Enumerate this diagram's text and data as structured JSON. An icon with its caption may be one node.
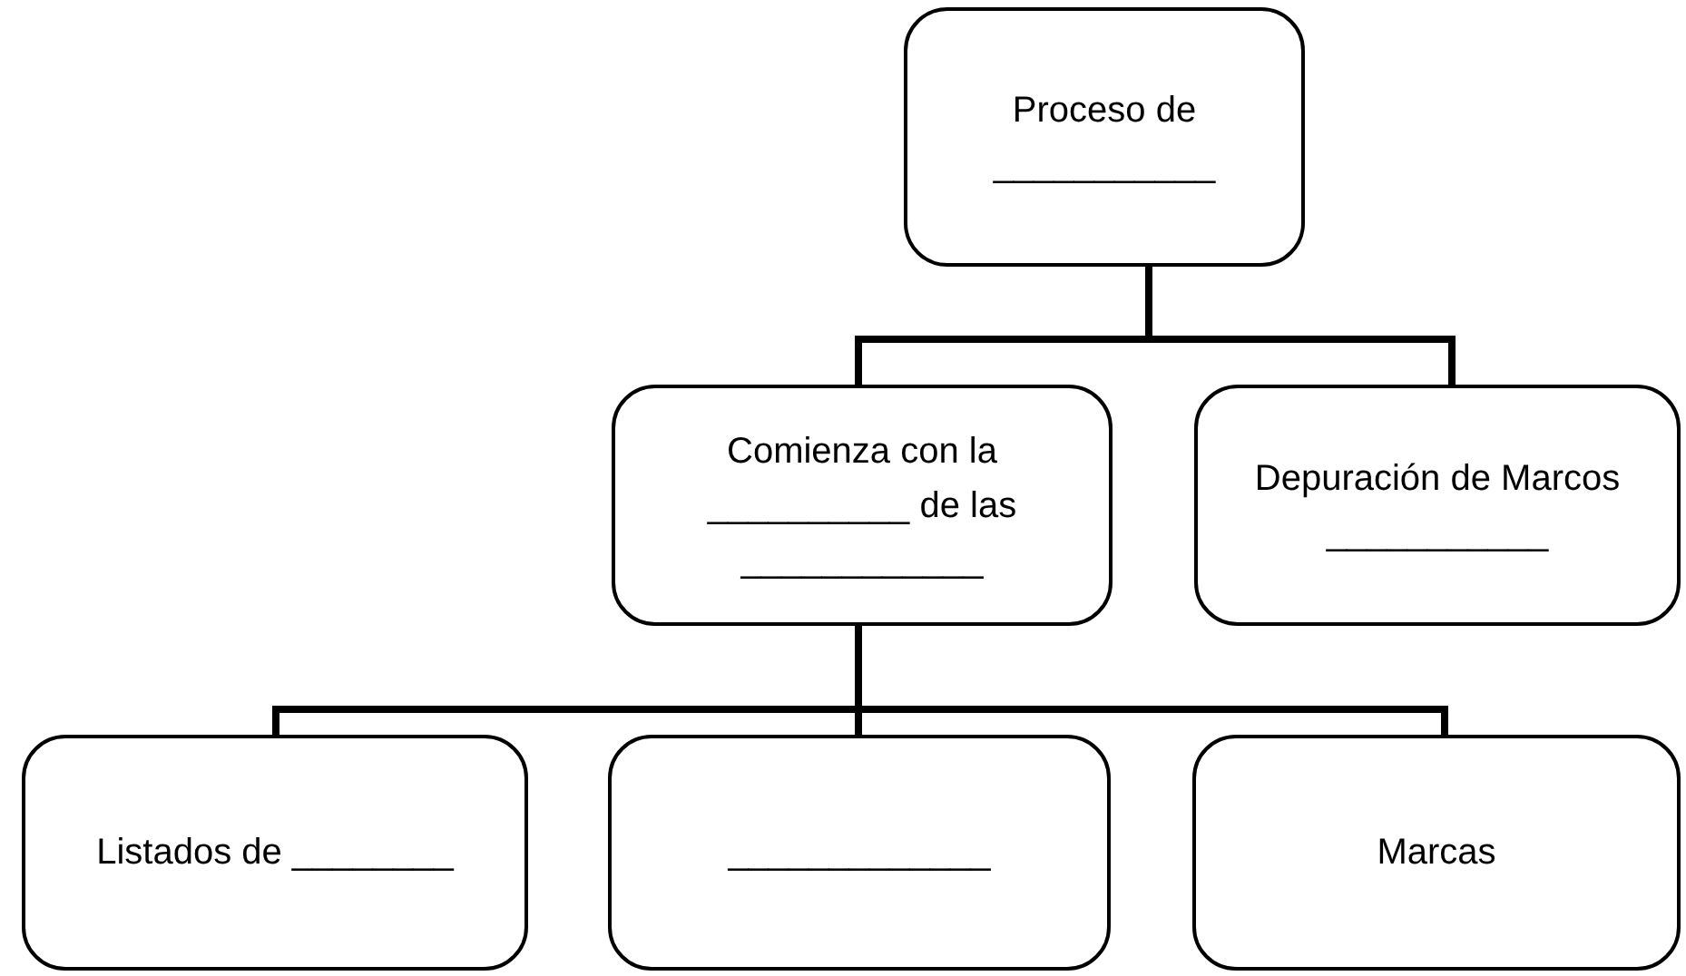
{
  "diagram": {
    "nodes": [
      {
        "text": [
          "Proceso de ___________"
        ]
      },
      {
        "text": [
          "Comienza con la __________ de las ____________"
        ]
      },
      {
        "text": [
          "Depuración de Marcos ___________"
        ]
      },
      {
        "text": [
          "Listados de ________"
        ]
      },
      {
        "text": [
          "_____________"
        ]
      },
      {
        "text": [
          "Marcas"
        ]
      }
    ],
    "edges": [
      {
        "from": 0,
        "to": 1,
        "arrow": "none"
      },
      {
        "from": 0,
        "to": 2,
        "arrow": "none"
      },
      {
        "from": 1,
        "to": 3,
        "arrow": "none"
      },
      {
        "from": 1,
        "to": 4,
        "arrow": "none"
      },
      {
        "from": 1,
        "to": 5,
        "arrow": "none"
      }
    ]
  }
}
